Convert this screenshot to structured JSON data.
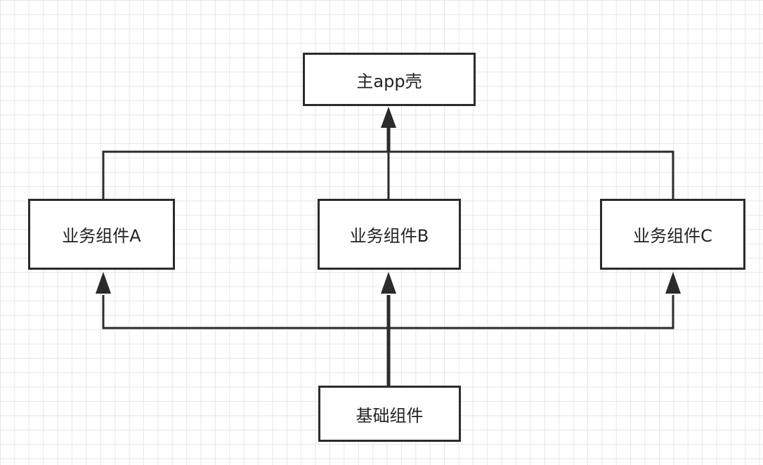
{
  "nodes": {
    "main_app_shell": "主app壳",
    "business_a": "业务组件A",
    "business_b": "业务组件B",
    "business_c": "业务组件C",
    "base_component": "基础组件"
  },
  "edges": [
    {
      "from": "business_a",
      "to": "main_app_shell"
    },
    {
      "from": "business_b",
      "to": "main_app_shell"
    },
    {
      "from": "business_c",
      "to": "main_app_shell"
    },
    {
      "from": "base_component",
      "to": "business_a"
    },
    {
      "from": "base_component",
      "to": "business_b"
    },
    {
      "from": "base_component",
      "to": "business_c"
    }
  ],
  "colors": {
    "stroke": "#2b2b2b",
    "grid": "#e6e6e6",
    "node_fill": "#ffffff",
    "text": "#222222"
  }
}
